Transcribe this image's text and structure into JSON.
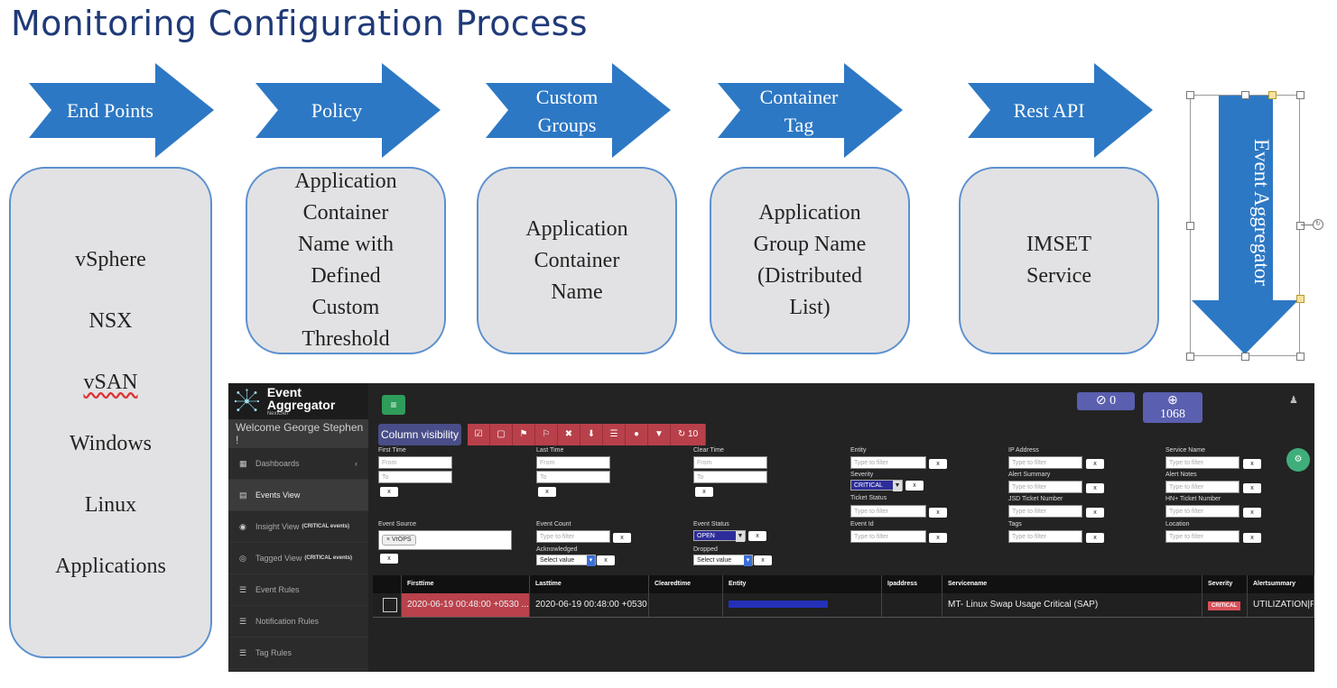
{
  "title": "Monitoring Configuration Process",
  "steps": [
    {
      "arrow": [
        "End Points"
      ],
      "box": [
        "vSphere",
        "NSX",
        "vSAN",
        "Windows",
        "Linux",
        "Applications"
      ]
    },
    {
      "arrow": [
        "Policy"
      ],
      "box": [
        "Application",
        "Container",
        "Name with",
        "Defined",
        "Custom",
        "Threshold"
      ]
    },
    {
      "arrow": [
        "Custom",
        "Groups"
      ],
      "box": [
        "Application",
        "Container",
        "Name"
      ]
    },
    {
      "arrow": [
        "Container",
        "Tag"
      ],
      "box": [
        "Application",
        "Group Name",
        "(Distributed",
        "List)"
      ]
    },
    {
      "arrow": [
        "Rest API"
      ],
      "box": [
        "IMSET",
        "Service"
      ]
    }
  ],
  "aggregator": "Event Aggregator",
  "colors": {
    "arrow": "#2d78c4",
    "box_fill": "#e2e2e4",
    "box_border": "#5b90cf",
    "title": "#1f3a78"
  },
  "app": {
    "brand": "Event Aggregator",
    "brand_sub": "NextGen",
    "welcome": "Welcome George Stephen !",
    "nav": [
      {
        "label": "Dashboards",
        "icon": "grid-icon",
        "badge": ""
      },
      {
        "label": "Events View",
        "icon": "table-icon",
        "badge": ""
      },
      {
        "label": "Insight View",
        "icon": "eye-icon",
        "badge": "(CRITICAL events)"
      },
      {
        "label": "Tagged View",
        "icon": "target-icon",
        "badge": "(CRITICAL events)"
      },
      {
        "label": "Event Rules",
        "icon": "sliders-icon",
        "badge": ""
      },
      {
        "label": "Notification Rules",
        "icon": "sliders-icon",
        "badge": ""
      },
      {
        "label": "Tag Rules",
        "icon": "sliders-icon",
        "badge": ""
      }
    ],
    "hidden_count": "0",
    "download_count": "1068",
    "column_visibility": "Column visibility",
    "refresh_count": "10",
    "filters": {
      "first_time": "First Time",
      "last_time": "Last Time",
      "clear_time": "Clear Time",
      "from": "From",
      "to": "To",
      "x": "x",
      "entity": "Entity",
      "severity": "Severity",
      "severity_value": "CRITICAL",
      "ticket_status": "Ticket Status",
      "event_id": "Event Id",
      "ip_address": "IP Address",
      "alert_summary": "Alert Summary",
      "jsd_ticket": "JSD Ticket Number",
      "tags": "Tags",
      "service_name": "Service Name",
      "alert_notes": "Alert Notes",
      "hn_ticket": "HN+ Ticket Number",
      "location": "Location",
      "placeholder": "Type to filter",
      "event_source": "Event Source",
      "event_source_value": "× VrOPS",
      "event_count": "Event Count",
      "acknowledged": "Acknowledged",
      "event_status": "Event Status",
      "event_status_value": "OPEN",
      "dropped": "Dropped",
      "select_value": "Select value"
    },
    "columns": [
      "Firsttime",
      "Lasttime",
      "Clearedtime",
      "Entity",
      "Ipaddress",
      "Servicename",
      "Severity",
      "Alertsummary"
    ],
    "rows": [
      {
        "firsttime": "2020-06-19 00:48:00 +0530 ...",
        "lasttime": "2020-06-19 00:48:00 +0530",
        "clearedtime": "",
        "entity": "",
        "ipaddress": "",
        "servicename": "MT- Linux Swap Usage Critical (SAP)",
        "severity": "CRITICAL",
        "alertsummary": "UTILIZATION|F"
      }
    ]
  }
}
